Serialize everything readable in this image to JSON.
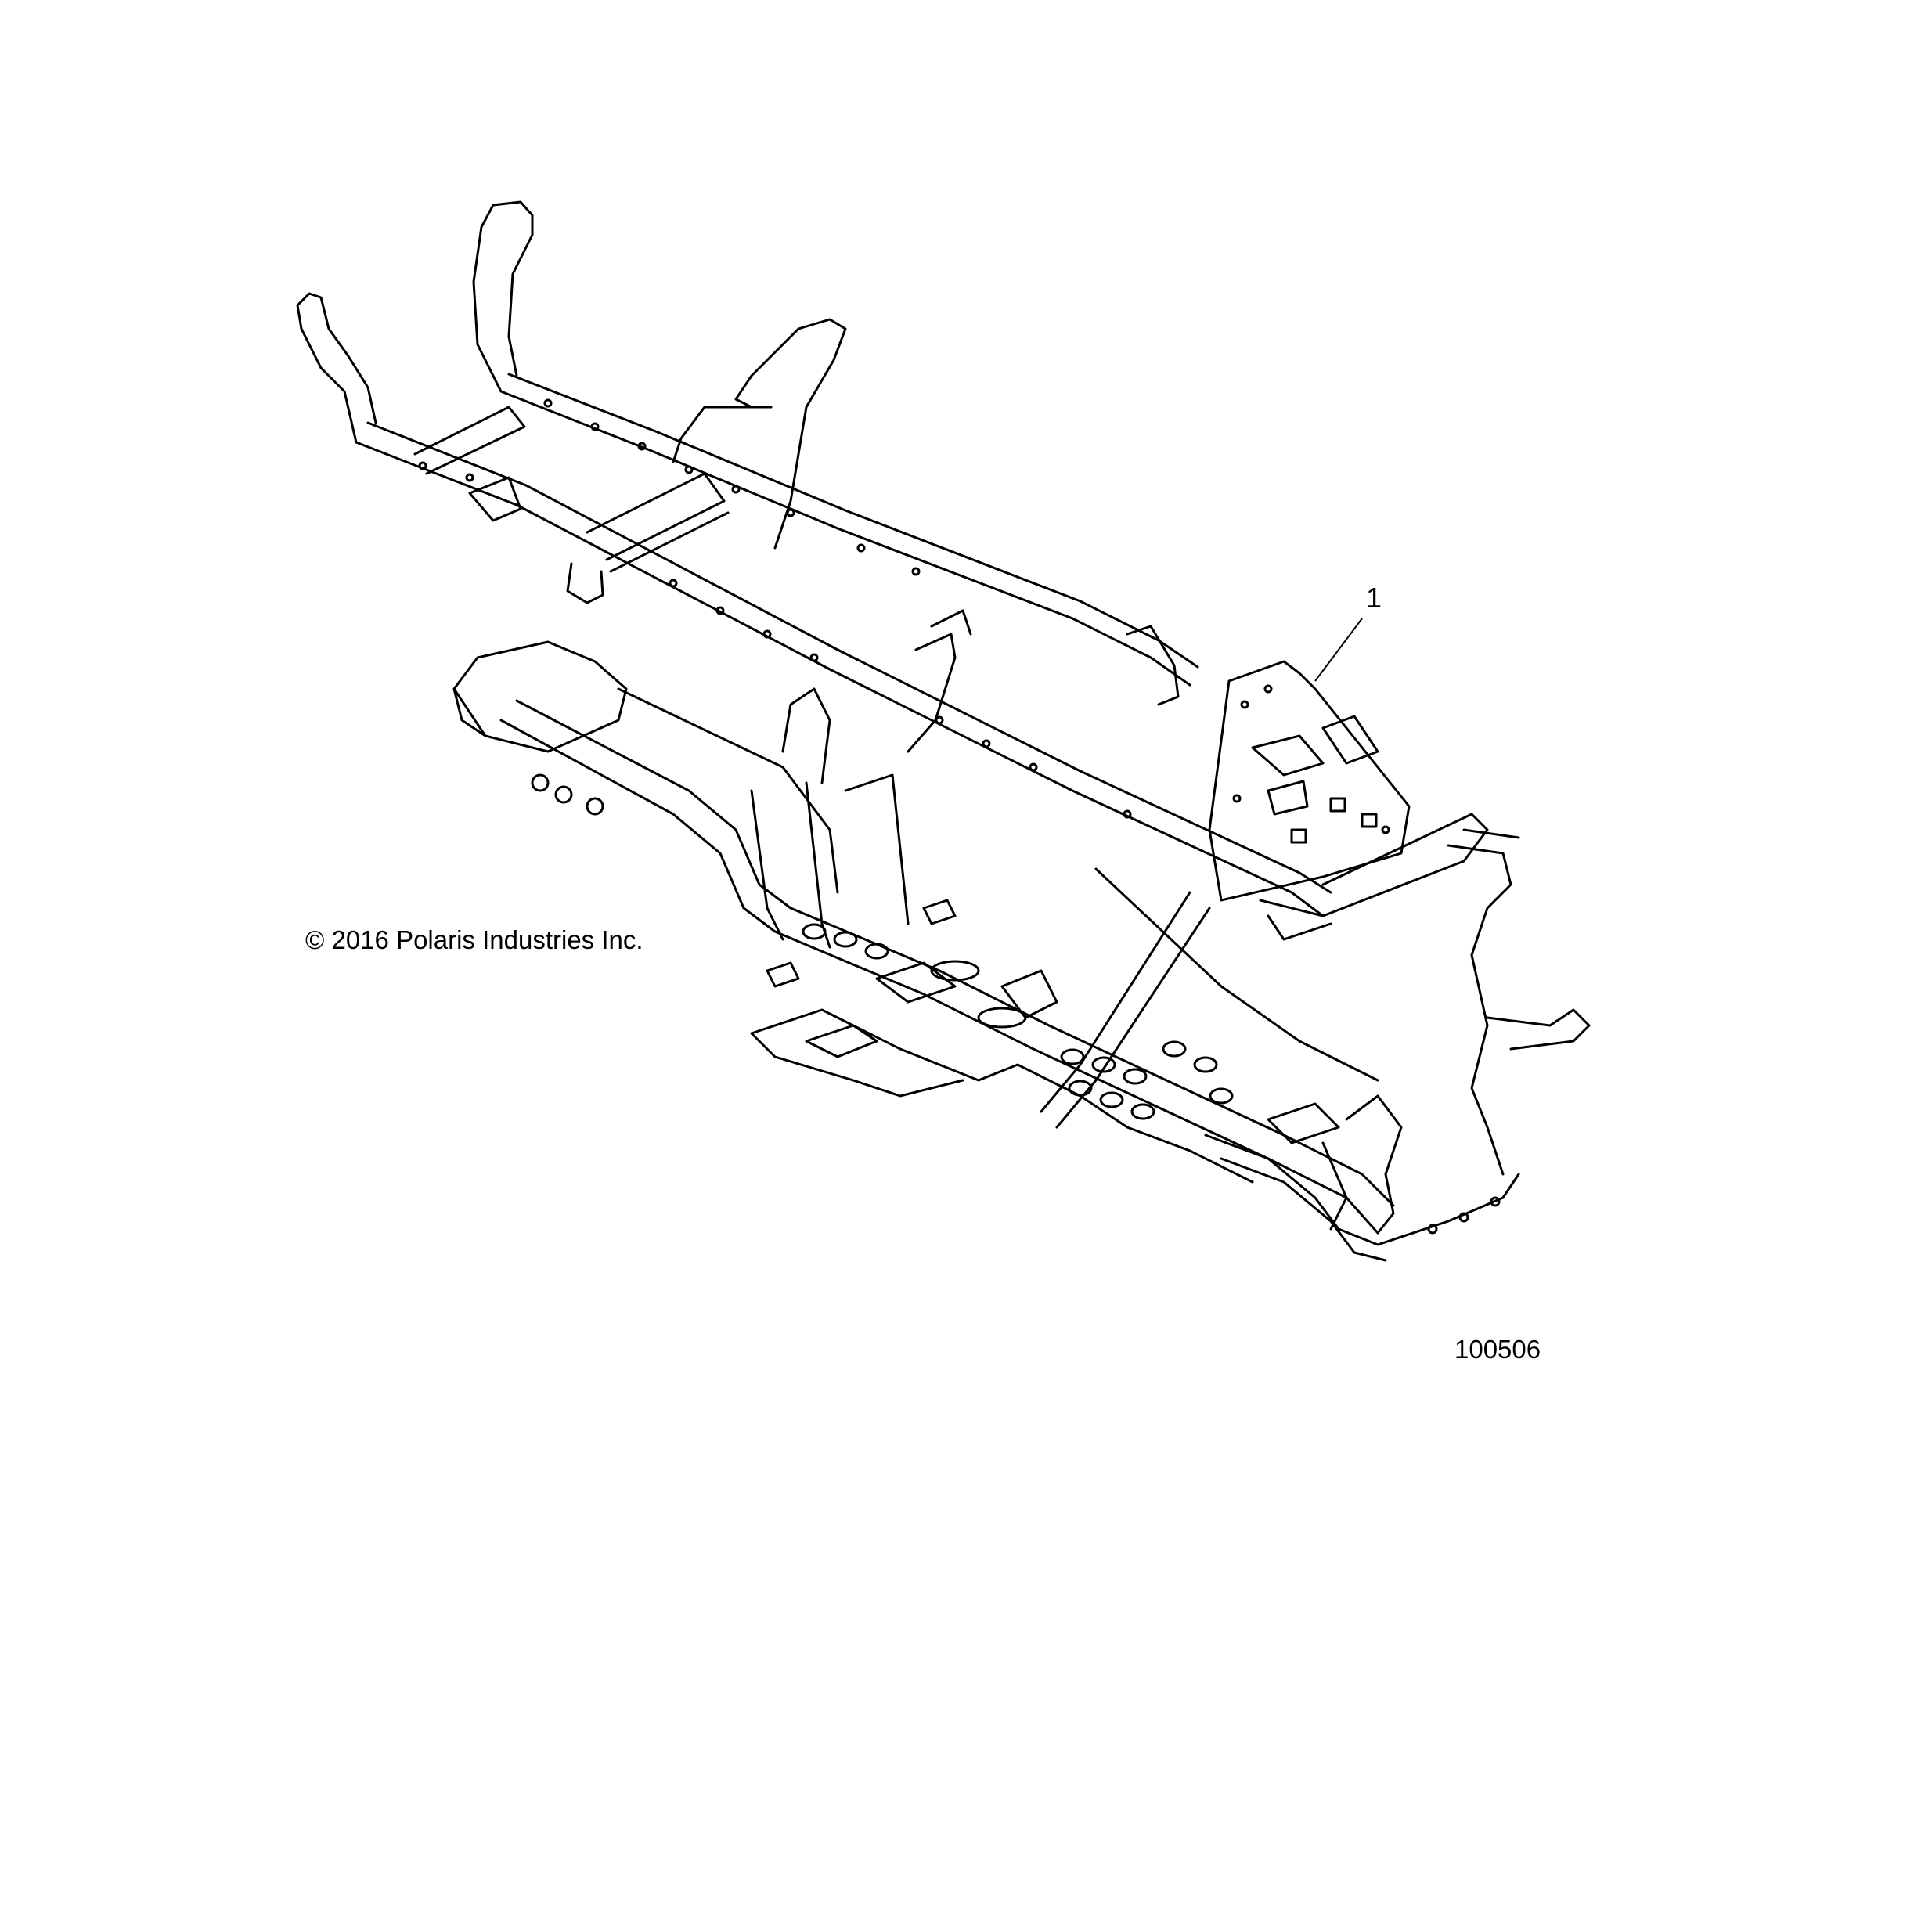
{
  "copyright": "© 2016 Polaris Industries Inc.",
  "callouts": [
    {
      "label": "1"
    }
  ],
  "figure_id": "100506",
  "colors": {
    "line": "#000000",
    "background": "#ffffff"
  }
}
